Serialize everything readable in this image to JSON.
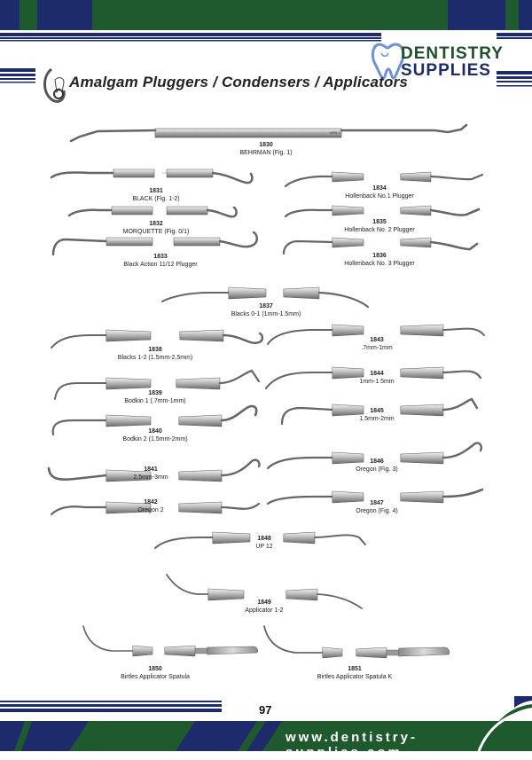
{
  "brand": {
    "line1": "DENTISTRY",
    "line2": "SUPPLIES"
  },
  "header": {
    "title": "Amalgam Pluggers / Condensers / Applicators"
  },
  "colors": {
    "brand_green": "#1e5a2d",
    "brand_navy": "#1d2a6b",
    "teeth_blue": "#6f8fd6"
  },
  "items": [
    {
      "code": "1830",
      "name": "BEHRMAN (Fig. 1)"
    },
    {
      "code": "1831",
      "name": "BLACK (Fig. 1-2)"
    },
    {
      "code": "1832",
      "name": "MORQUETTE (Fig. 0/1)"
    },
    {
      "code": "1833",
      "name": "Black Action 11/12 Plugger"
    },
    {
      "code": "1834",
      "name": "Hollenback No.1 Plugger"
    },
    {
      "code": "1835",
      "name": "Hollenback No. 2 Plugger"
    },
    {
      "code": "1836",
      "name": "Hollenback No. 3 Plugger"
    },
    {
      "code": "1837",
      "name": "Blacks 0-1 (1mm-1.5mm)"
    },
    {
      "code": "1838",
      "name": "Blacks 1-2 (1.5mm-2.5mm)"
    },
    {
      "code": "1839",
      "name": "Bodkin 1 (.7mm-1mm)"
    },
    {
      "code": "1840",
      "name": "Bodkin 2 (1.5mm-2mm)"
    },
    {
      "code": "1841",
      "name": "2.5mm-3mm"
    },
    {
      "code": "1842",
      "name": "Oregon 2"
    },
    {
      "code": "1843",
      "name": ".7mm-1mm"
    },
    {
      "code": "1844",
      "name": "1mm-1.5mm"
    },
    {
      "code": "1845",
      "name": "1.5mm-2mm"
    },
    {
      "code": "1846",
      "name": "Oregon (Fig. 3)"
    },
    {
      "code": "1847",
      "name": "Oregon (Fig. 4)"
    },
    {
      "code": "1848",
      "name": "UP 12"
    },
    {
      "code": "1849",
      "name": "Applicator 1-2"
    },
    {
      "code": "1850",
      "name": "Birtles Applicator Spatula"
    },
    {
      "code": "1851",
      "name": "Birtles Applicator Spatula K"
    }
  ],
  "footer": {
    "page_number": "97",
    "url": "www.dentistry-supplies.com"
  }
}
